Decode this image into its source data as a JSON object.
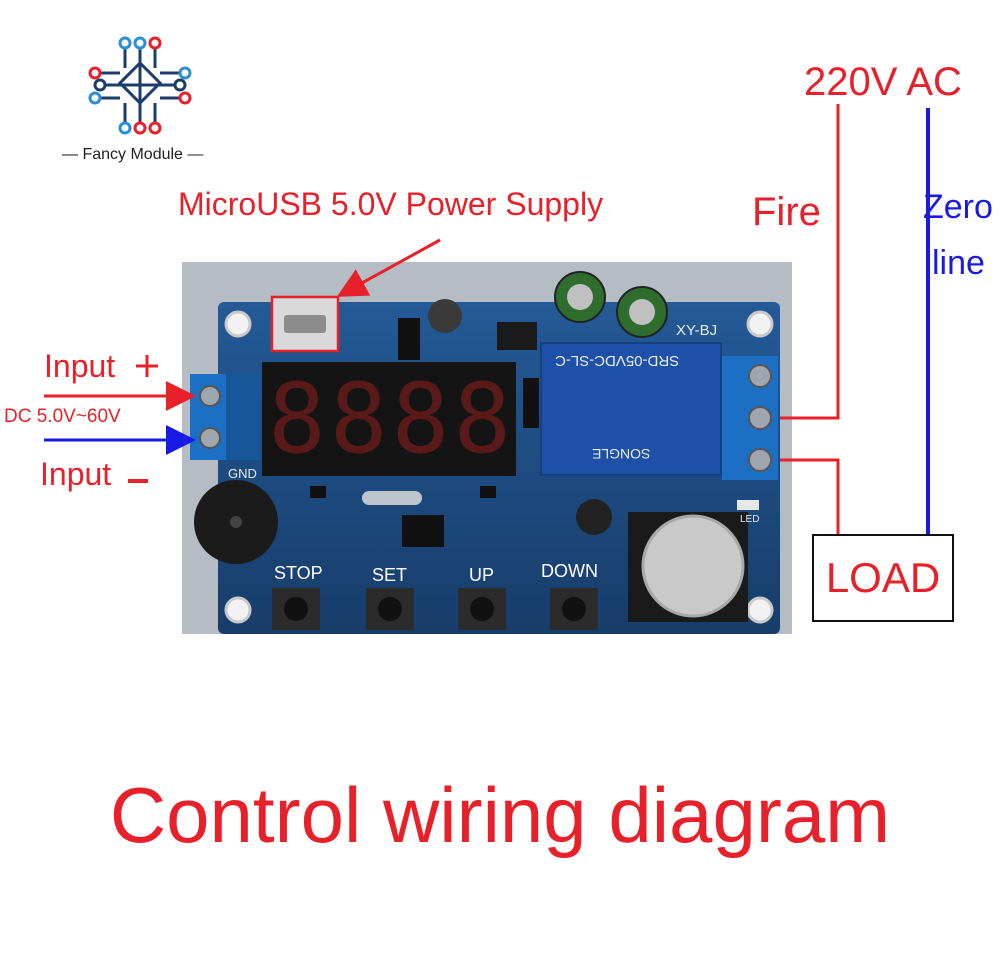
{
  "brand": {
    "name": "— Fancy Module —"
  },
  "labels": {
    "usb": "MicroUSB 5.0V Power Supply",
    "input_plus": "Input",
    "dc_range": "DC 5.0V~60V",
    "input_minus": "Input",
    "ac": "220V AC",
    "fire": "Fire",
    "zero_line_1": "Zero",
    "zero_line_2": "line",
    "load": "LOAD",
    "caption": "Control wiring diagram"
  },
  "board": {
    "model": "XY-BJ",
    "gnd": "GND",
    "relay_text": "SRD-05VDC-SL-C",
    "relay_brand": "SONGLE",
    "buttons": [
      "STOP",
      "SET",
      "UP",
      "DOWN"
    ],
    "led": "LED",
    "display_digits": "8888"
  },
  "colors": {
    "red": "#e8202a",
    "blue": "#1a1ae6",
    "pcb": "#1f4f86",
    "terminal": "#1d6fc4"
  }
}
